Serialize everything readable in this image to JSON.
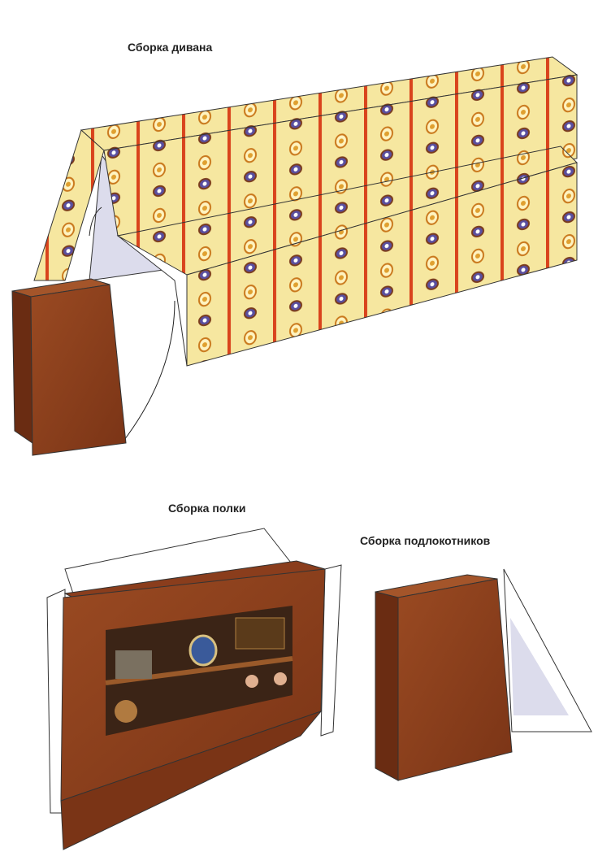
{
  "titles": {
    "sofa": "Сборка дивана",
    "shelf": "Сборка полки",
    "armrests": "Сборка подлокотников"
  },
  "colors": {
    "fabric": "#f6e7a0",
    "stripe": "#d9431c",
    "wood": "#8a3d1c",
    "wood_dark": "#5e2710",
    "flap": "#ffffff",
    "shadow": "#dcdcec"
  }
}
